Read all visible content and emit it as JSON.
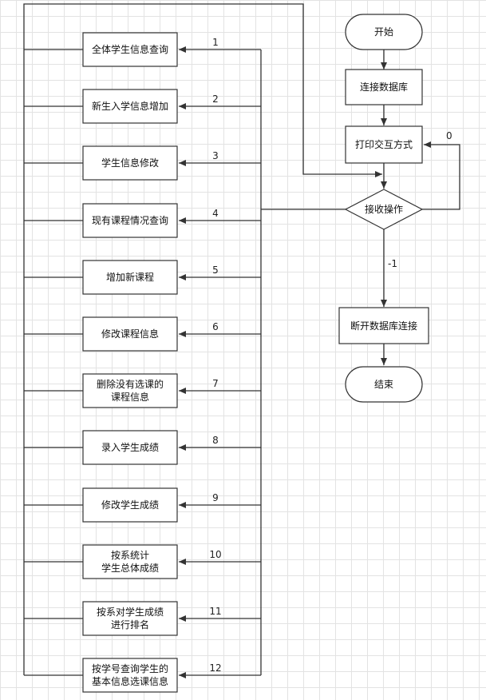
{
  "flow": {
    "start": "开始",
    "connect_db": "连接数据库",
    "print_menu": "打印交互方式",
    "receive_op": "接收操作",
    "disconnect_db": "断开数据库连接",
    "end": "结束",
    "label_zero": "0",
    "label_exit": "-1"
  },
  "operations": [
    {
      "number": "1",
      "lines": [
        "全体学生信息查询"
      ]
    },
    {
      "number": "2",
      "lines": [
        "新生入学信息增加"
      ]
    },
    {
      "number": "3",
      "lines": [
        "学生信息修改"
      ]
    },
    {
      "number": "4",
      "lines": [
        "现有课程情况查询"
      ]
    },
    {
      "number": "5",
      "lines": [
        "增加新课程"
      ]
    },
    {
      "number": "6",
      "lines": [
        "修改课程信息"
      ]
    },
    {
      "number": "7",
      "lines": [
        "删除没有选课的",
        "课程信息"
      ]
    },
    {
      "number": "8",
      "lines": [
        "录入学生成绩"
      ]
    },
    {
      "number": "9",
      "lines": [
        "修改学生成绩"
      ]
    },
    {
      "number": "10",
      "lines": [
        "按系统计",
        "学生总体成绩"
      ]
    },
    {
      "number": "11",
      "lines": [
        "按系对学生成绩",
        "进行排名"
      ]
    },
    {
      "number": "12",
      "lines": [
        "按学号查询学生的",
        "基本信息选课信息"
      ]
    }
  ]
}
